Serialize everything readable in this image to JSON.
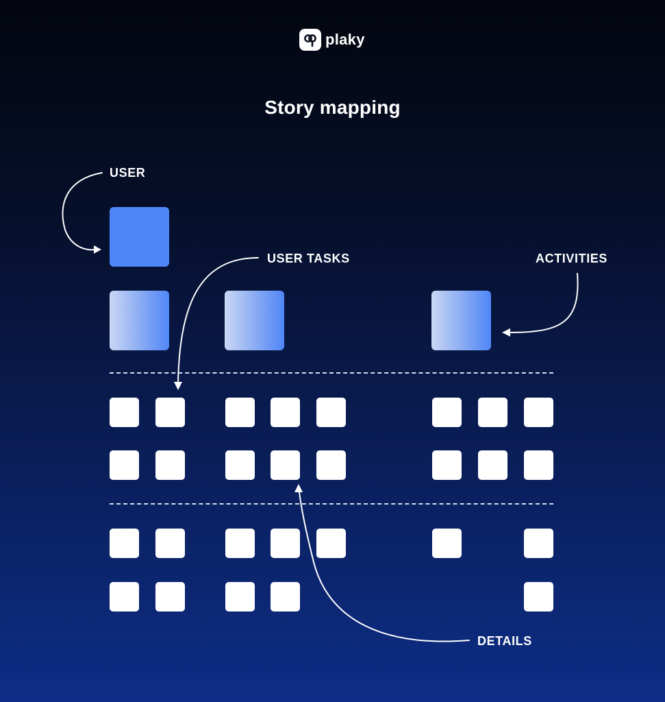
{
  "brand": {
    "name": "plaky",
    "logo_icon": "plaky-logo-icon"
  },
  "title": "Story mapping",
  "labels": {
    "user": "USER",
    "user_tasks": "USER TASKS",
    "activities": "ACTIVITIES",
    "details": "DETAILS"
  },
  "colors": {
    "user_card": "#4f86f7",
    "activity_card_start": "#c9d7f4",
    "activity_card_end": "#4f86f7",
    "task_card": "#ffffff",
    "background_top": "#03060f",
    "background_bottom": "#0d2d86"
  }
}
